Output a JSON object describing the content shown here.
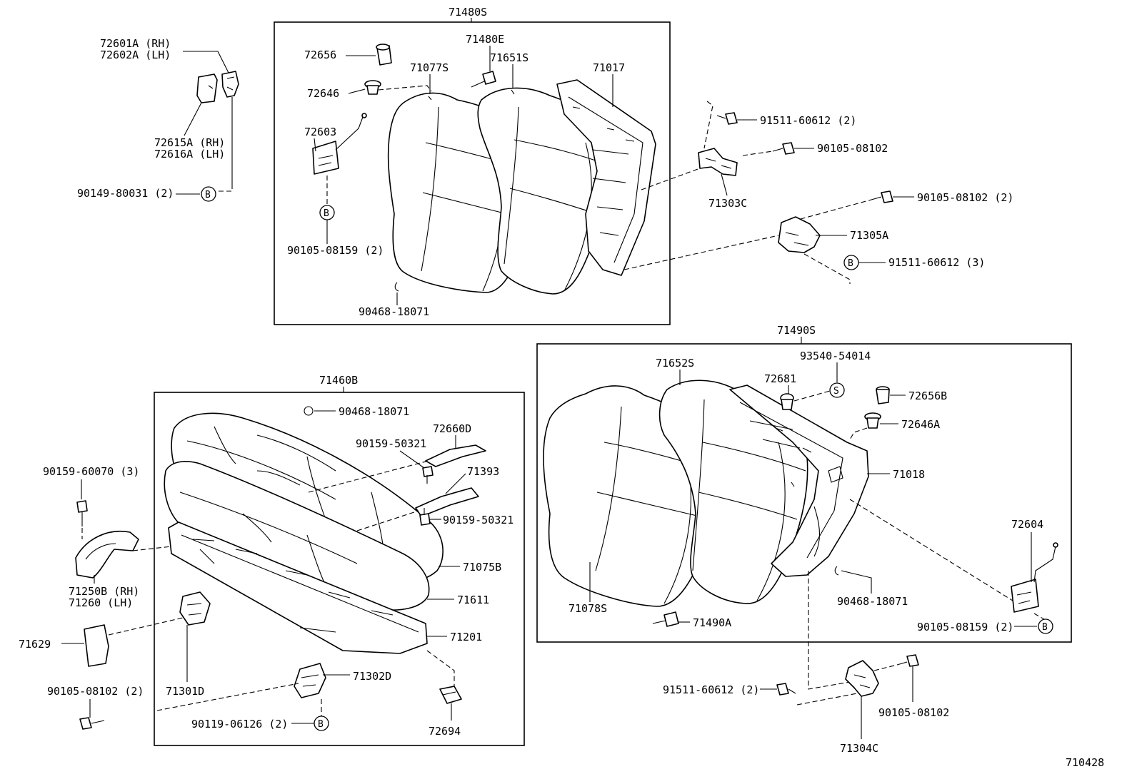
{
  "diagram_id": "710428",
  "refs": {
    "b": "B",
    "s": "S"
  },
  "groups": {
    "g71480s": "71480S",
    "g71490s": "71490S",
    "g71460b": "71460B"
  },
  "labels": {
    "p72601a": "72601A (RH)",
    "p72602a": "72602A (LH)",
    "p72615a": "72615A (RH)",
    "p72616a": "72616A (LH)",
    "p90149": "90149-80031 (2)",
    "p72656": "72656",
    "p72646": "72646",
    "p72603": "72603",
    "p90105_08159_a": "90105-08159 (2)",
    "p71480e": "71480E",
    "p71077s": "71077S",
    "p71651s": "71651S",
    "p71017": "71017",
    "p90468_a": "90468-18071",
    "p91511_a": "91511-60612 (2)",
    "p90105_08102_a": "90105-08102",
    "p71303c": "71303C",
    "p90105_08102_b": "90105-08102 (2)",
    "p71305a": "71305A",
    "p91511_b": "91511-60612 (3)",
    "p71652s": "71652S",
    "p93540": "93540-54014",
    "p72681": "72681",
    "p72656b": "72656B",
    "p72646a": "72646A",
    "p71018": "71018",
    "p72604": "72604",
    "p90468_b": "90468-18071",
    "p90105_08159_b": "90105-08159 (2)",
    "p71078s": "71078S",
    "p71490a": "71490A",
    "p91511_c": "91511-60612 (2)",
    "p90105_08102_c": "90105-08102",
    "p71304c": "71304C",
    "p90468_c": "90468-18071",
    "p72660d": "72660D",
    "p90159_50321_a": "90159-50321",
    "p71393": "71393",
    "p90159_50321_b": "90159-50321",
    "p71075b": "71075B",
    "p71611": "71611",
    "p71201": "71201",
    "p71302d": "71302D",
    "p90119": "90119-06126 (2)",
    "p72694": "72694",
    "p90159_60070": "90159-60070 (3)",
    "p71250b": "71250B (RH)",
    "p71260": "71260  (LH)",
    "p71629": "71629",
    "p71301d": "71301D",
    "p90105_08102_d": "90105-08102 (2)"
  }
}
